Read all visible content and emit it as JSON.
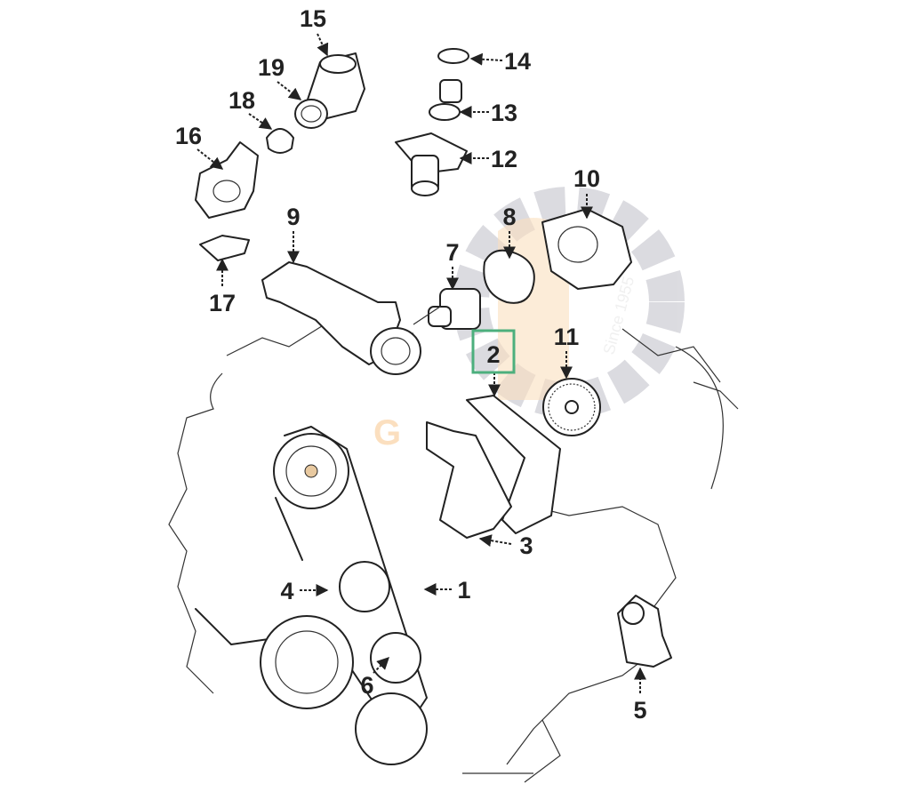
{
  "diagram": {
    "title": "Engine accessory drive / water pump exploded view",
    "highlight_color": "#4caf7d",
    "callouts": [
      "1",
      "2",
      "3",
      "4",
      "5",
      "6",
      "7",
      "8",
      "9",
      "10",
      "11",
      "12",
      "13",
      "14",
      "15",
      "16",
      "17",
      "18",
      "19"
    ],
    "highlighted": "2"
  },
  "watermark": {
    "text": "Since 1955",
    "color_orange": "#f5a64a",
    "color_gray": "#9a9aa8"
  }
}
